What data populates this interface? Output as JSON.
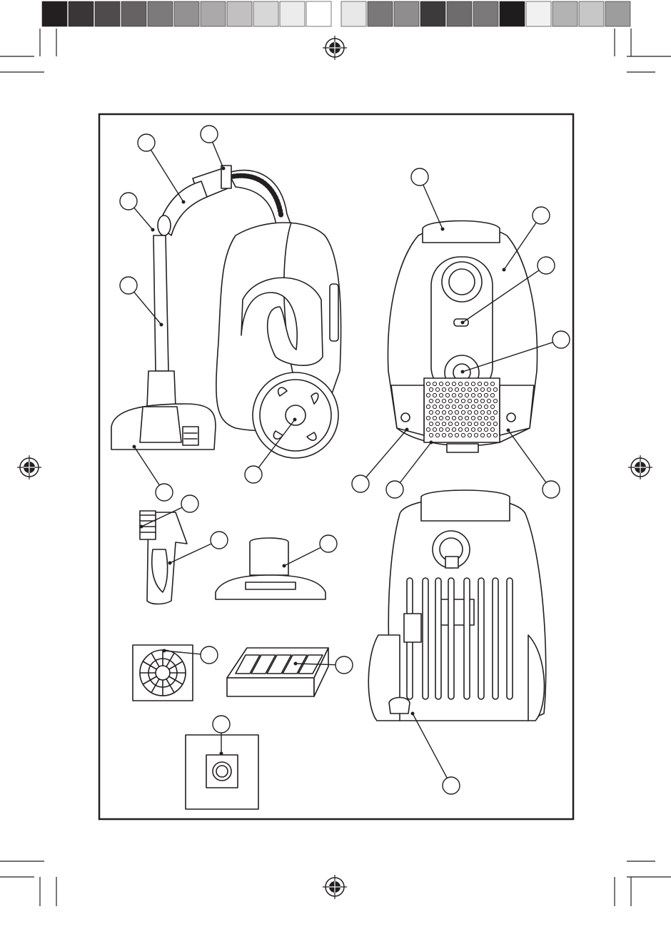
{
  "color_bar": {
    "left_swatches": [
      "#231f20",
      "#3a3637",
      "#4f4b4c",
      "#666263",
      "#7d7a7b",
      "#949192",
      "#aba9aa",
      "#c2c0c1",
      "#d8d7d7",
      "#ececec",
      "#ffffff"
    ],
    "right_swatches": [
      "#e8e8e8",
      "#7a7879",
      "#8f8d8e",
      "#3d3a3b",
      "#6e6c6d",
      "#7b797a",
      "#1f1c1d",
      "#f1f1f1",
      "#b4b3b3",
      "#c8c7c7",
      "#9e9d9d"
    ]
  },
  "figure": {
    "frame_color": "#231f20",
    "line_color": "#231f20",
    "parts": [
      "hose-and-wand-assembly",
      "vacuum-cleaner-side-view",
      "vacuum-cleaner-front-view",
      "vacuum-cleaner-rear-view",
      "crevice-brush-tool",
      "upholstery-nozzle",
      "motor-protection-filter",
      "hepa-exhaust-filter",
      "dust-bag"
    ]
  },
  "icons": {
    "registration": "registration-mark-icon"
  }
}
